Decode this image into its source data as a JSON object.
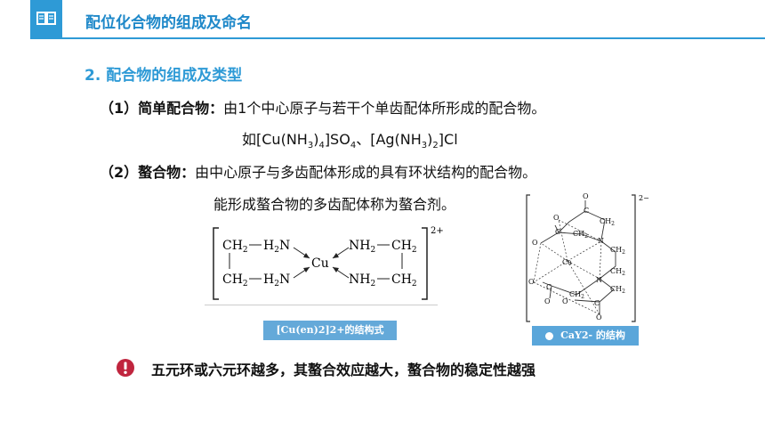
{
  "header": {
    "icon": "book-icon",
    "title": "配位化合物的组成及命名",
    "accent": "#2e9ad6"
  },
  "section": {
    "title": "2. 配合物的组成及类型"
  },
  "item1": {
    "label": "（1）简单配合物：",
    "text": "由1个中心原子与若干个单齿配体所形成的配合物。",
    "example_prefix": "如",
    "example_formula1": "[Cu(NH3)4]SO4",
    "example_sep": "、",
    "example_formula2": "[Ag(NH3)2]Cl"
  },
  "item2": {
    "label": "（2）螯合物：",
    "text": "由中心原子与多齿配体形成的具有环状结构的配合物。",
    "sub": "能形成螯合物的多齿配体称为螯合剂。"
  },
  "figure1": {
    "caption": "[Cu(en)2]2+的结构式",
    "center": "Cu",
    "charge": "2+",
    "groups": {
      "ch2": "CH2",
      "h2n": "H2N",
      "nh2": "NH2"
    }
  },
  "figure2": {
    "caption": "CaY2- 的结构",
    "charge": "2−",
    "atoms": {
      "o": "O",
      "c": "C",
      "n": "N",
      "ca": "Ca",
      "ch2": "CH2"
    }
  },
  "note": {
    "icon": "exclamation-icon",
    "text": "五元环或六元环越多，其螯合效应越大，螯合物的稳定性越强",
    "color": "#c0253e"
  }
}
